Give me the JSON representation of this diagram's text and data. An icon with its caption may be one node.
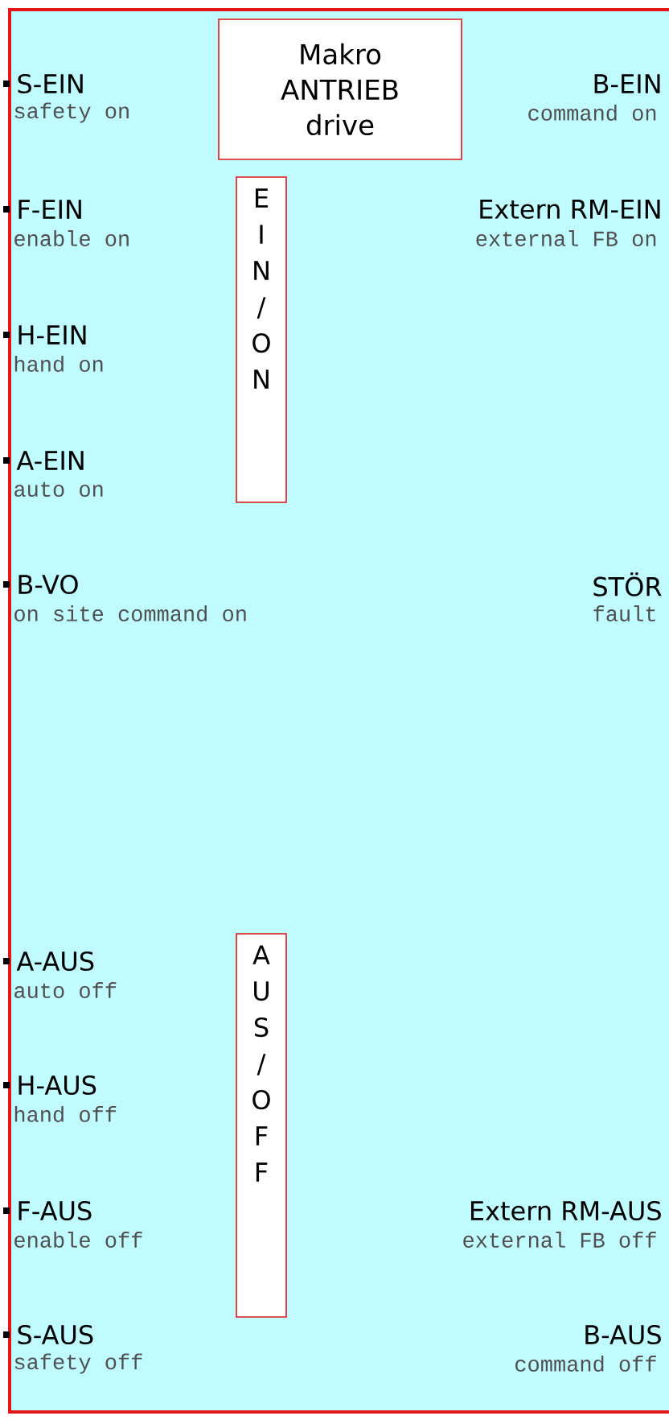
{
  "diagram": {
    "nodes": [
      {
        "text": [],
        "shape": "box"
      },
      {
        "text": [
          "Makro ANTRIEB drive"
        ],
        "in": 0
      },
      {
        "text": [
          "EIN/ON"
        ],
        "in": 0
      },
      {
        "text": [
          "AUS/OFF"
        ],
        "in": 0
      }
    ],
    "labels": [
      "S-EIN",
      "safety on",
      "B-EIN",
      "command on",
      "F-EIN",
      "enable on",
      "Extern RM-EIN",
      "external FB on",
      "H-EIN",
      "hand on",
      "A-EIN",
      "auto on",
      "B-VO",
      "on site command on",
      "STÖR",
      "fault",
      "A-AUS",
      "auto off",
      "H-AUS",
      "hand off",
      "F-AUS",
      "enable off",
      "Extern RM-AUS",
      "external FB off",
      "S-AUS",
      "safety off",
      "B-AUS",
      "command off"
    ]
  }
}
